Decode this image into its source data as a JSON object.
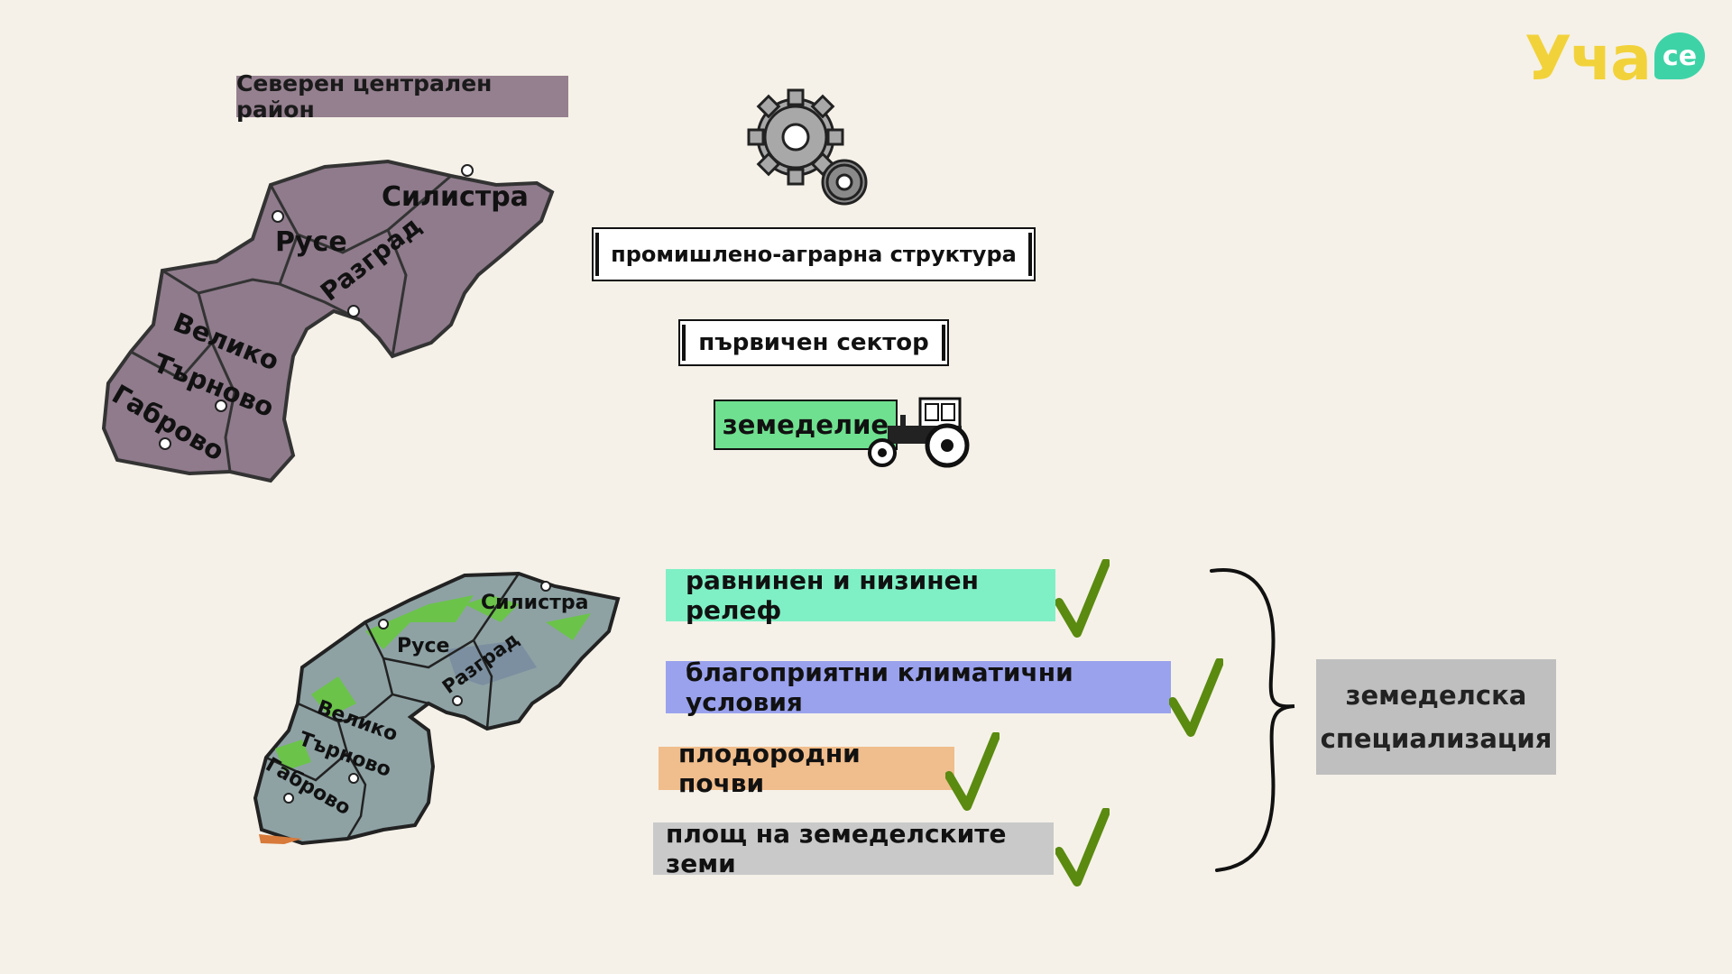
{
  "logo": {
    "main": "Уча",
    "badge": "се"
  },
  "title": "Северен централен район",
  "map_top": {
    "cities": {
      "silistra": "Силистра",
      "ruse": "Русе",
      "razgrad": "Разград",
      "veliko": "Велико",
      "tarnovo": "Търново",
      "gabrovo": "Габрово"
    }
  },
  "map_bottom": {
    "cities": {
      "silistra": "Силистра",
      "ruse": "Русе",
      "razgrad": "Разград",
      "veliko": "Велико",
      "tarnovo": "Търново",
      "gabrovo": "Габрово"
    }
  },
  "structure_label": "промишлено-аграрна структура",
  "sector_label": "първичен сектор",
  "agriculture_label": "земеделие",
  "factors": [
    {
      "label": "равнинен и низинен релеф",
      "color": "#7ff0c5"
    },
    {
      "label": "благоприятни климатични условия",
      "color": "#9aa2ee"
    },
    {
      "label": "плодородни почви",
      "color": "#f0bd8c"
    },
    {
      "label": "площ на земеделските земи",
      "color": "#c9c9c9"
    }
  ],
  "result": {
    "line1": "земеделска",
    "line2": "специализация"
  },
  "icons": [
    "gears-icon",
    "tractor-icon",
    "checkmark-icon",
    "curly-brace-icon"
  ],
  "colors": {
    "background": "#f5f1e8",
    "map_region": "#8f7b8c",
    "check": "#5a8a10"
  }
}
